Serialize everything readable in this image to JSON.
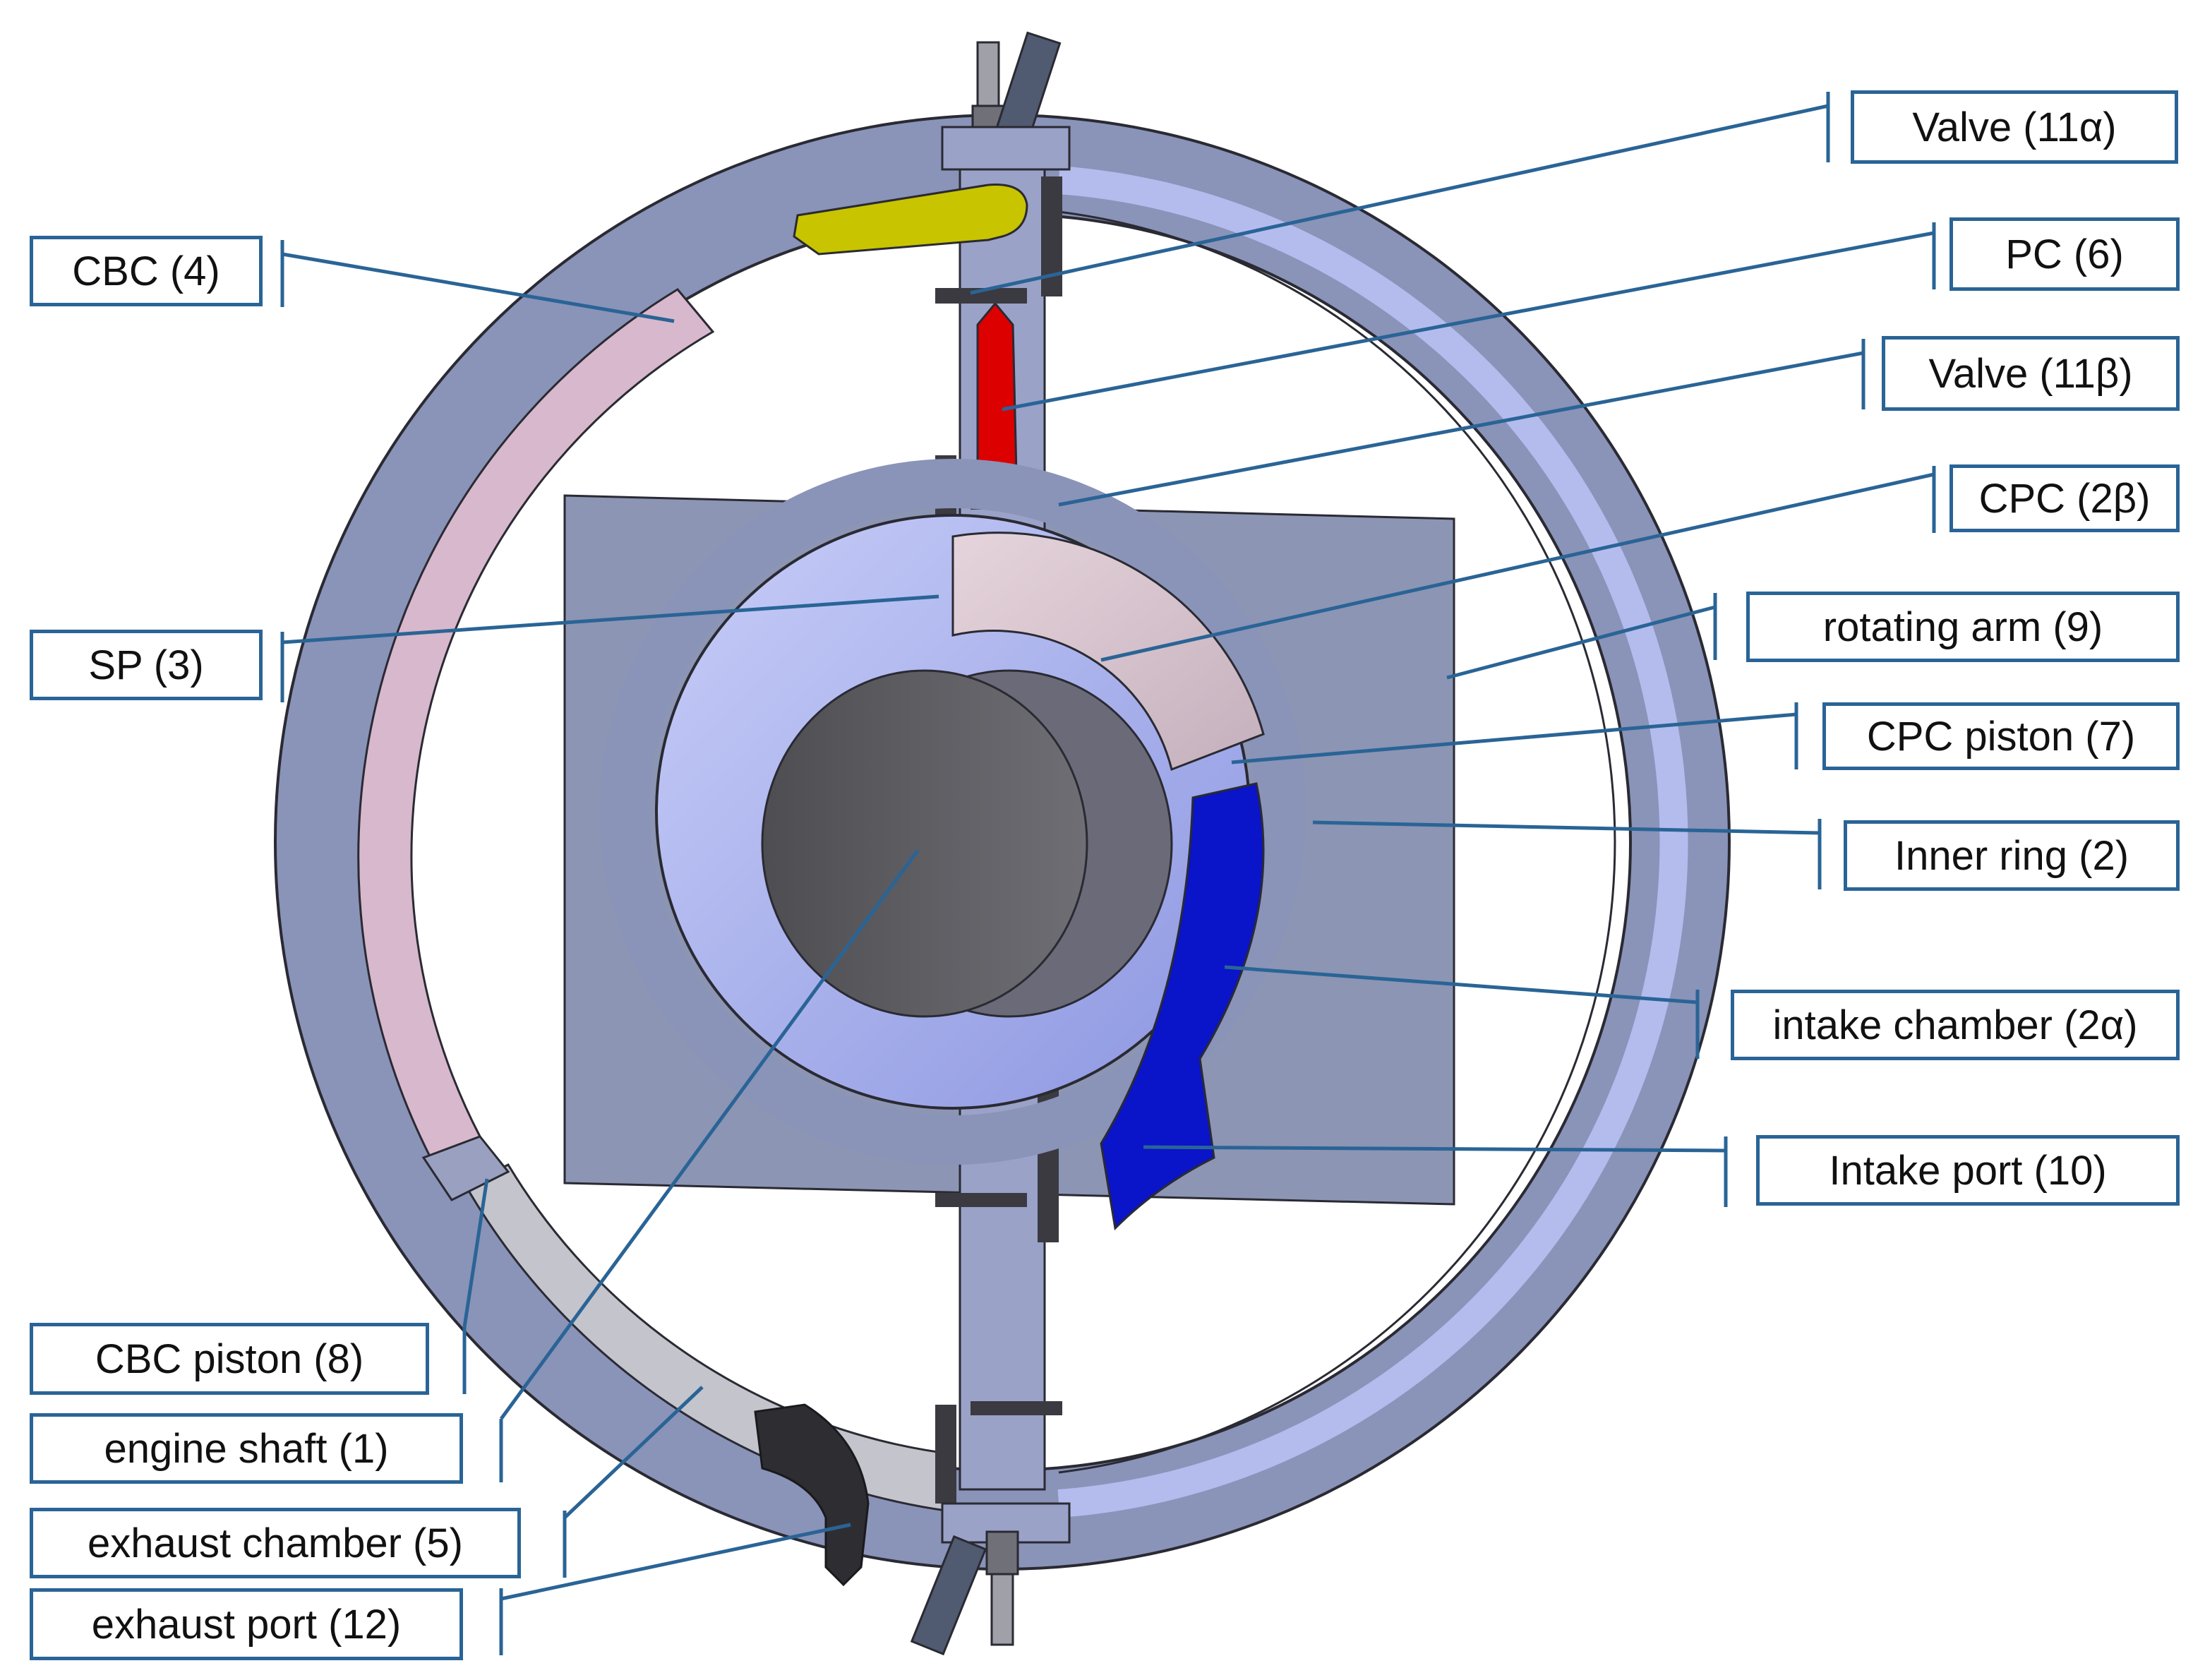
{
  "labels": {
    "valve_11a": "Valve (11α)",
    "pc_6": "PC (6)",
    "valve_11b": "Valve (11β)",
    "cpc_2b": "CPC (2β)",
    "rotating_arm_9": "rotating arm (9)",
    "cpc_piston_7": "CPC piston (7)",
    "inner_ring_2": "Inner ring (2)",
    "intake_chamber_2a": "intake chamber (2α)",
    "intake_port_10": "Intake port (10)",
    "cbc_4": "CBC (4)",
    "sp_3": "SP (3)",
    "cbc_piston_8": "CBC piston (8)",
    "engine_shaft_1": "engine shaft (1)",
    "exhaust_chamber_5": "exhaust chamber (5)",
    "exhaust_port_12": "exhaust port (12)"
  },
  "colors": {
    "leader_line": "#2a6496",
    "housing": "#8a93b8",
    "cbc_chamber": "#d8b8cc",
    "exhaust_chamber": "#c4c4cc",
    "pc_red": "#dd0000",
    "yellow_channel": "#c8c400",
    "intake_blue": "#0a14c8",
    "shaft_dark": "#5a5a5e"
  }
}
